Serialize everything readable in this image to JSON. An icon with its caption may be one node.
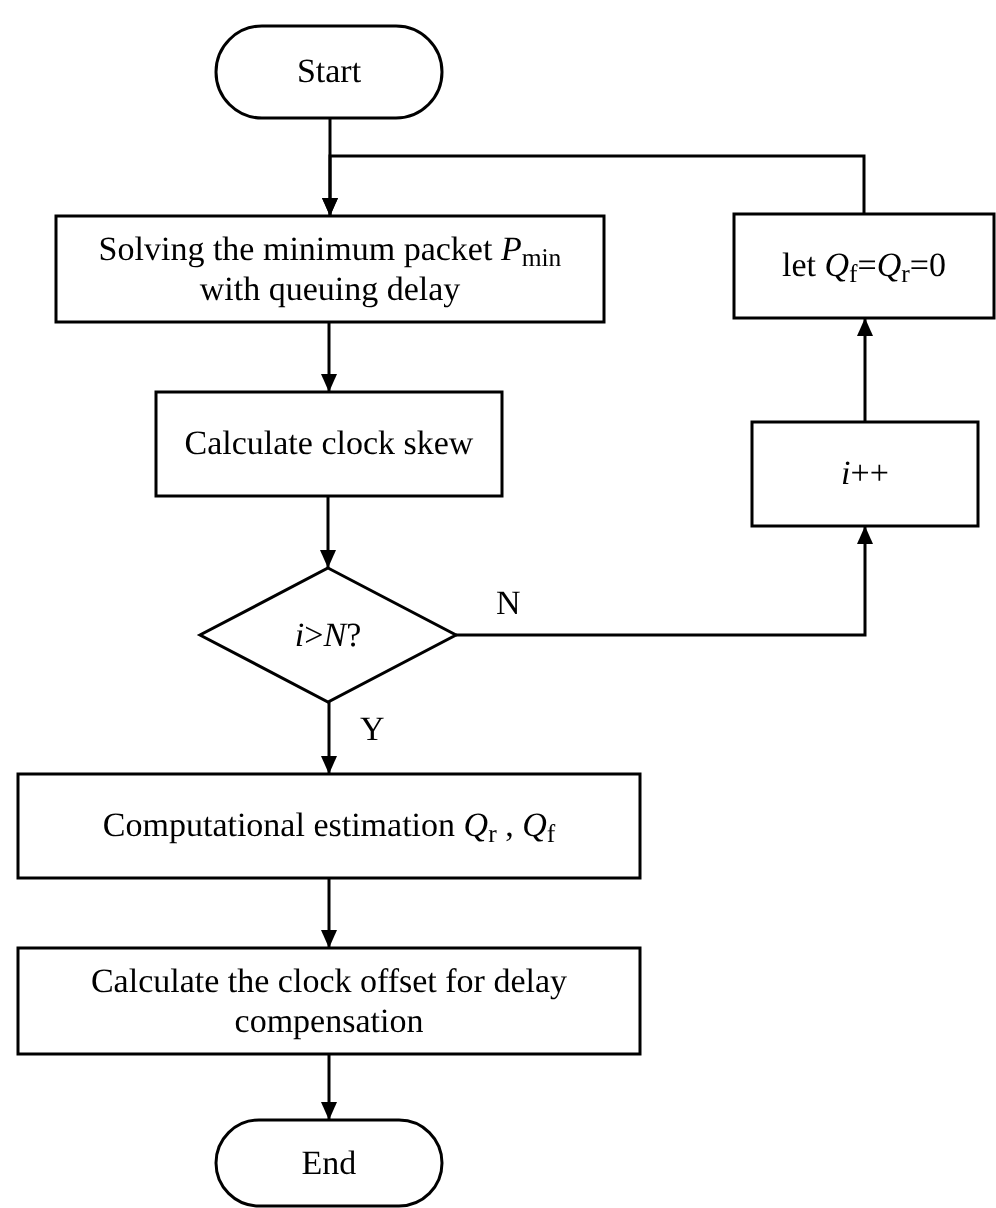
{
  "diagram": {
    "nodes": [
      {
        "text": [
          "Start"
        ]
      },
      {
        "text": [
          "Solving the minimum packet *P*$_{min}$ with queuing delay"
        ]
      },
      {
        "text": [
          "Calculate clock skew"
        ]
      },
      {
        "text": [
          "*i*>*N*?"
        ]
      },
      {
        "text": [
          "Computational estimation *Q*$_{r}$ , *Q*$_{f}$"
        ]
      },
      {
        "text": [
          "Calculate the clock offset for delay compensation"
        ]
      },
      {
        "text": [
          "End"
        ]
      },
      {
        "text": [
          "*i*++"
        ]
      },
      {
        "text": [
          "let *Q*$_{f}$=*Q*$_{r}$=0"
        ]
      }
    ],
    "edges": [
      {
        "from": 0,
        "to": 1,
        "arrow": "to"
      },
      {
        "from": 1,
        "to": 2,
        "arrow": "to"
      },
      {
        "from": 2,
        "to": 3,
        "arrow": "to"
      },
      {
        "from": 3,
        "to": 4,
        "arrow": "to",
        "label": "Y"
      },
      {
        "from": 4,
        "to": 5,
        "arrow": "to"
      },
      {
        "from": 5,
        "to": 6,
        "arrow": "to"
      },
      {
        "from": 3,
        "to": 7,
        "arrow": "to",
        "label": "N"
      },
      {
        "from": 7,
        "to": 8,
        "arrow": "to"
      },
      {
        "from": 8,
        "to": 1,
        "arrow": "to"
      }
    ]
  }
}
